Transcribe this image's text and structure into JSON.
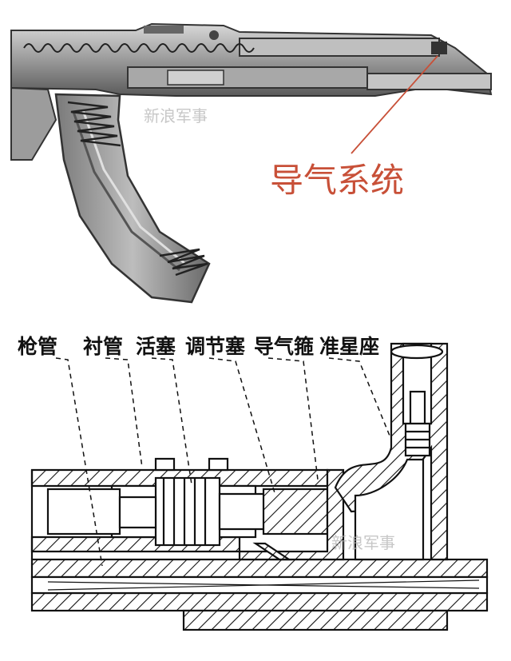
{
  "top_figure": {
    "callout_label": "导气系统",
    "watermark": "新浪军事",
    "colors": {
      "callout": "#c85038",
      "metal": "#8a8a8a",
      "dark": "#2c2c2c"
    }
  },
  "bottom_figure": {
    "labels": [
      "枪管",
      "衬管",
      "活塞",
      "调节塞",
      "导气箍",
      "准星座"
    ],
    "watermark": "新浪军事",
    "colors": {
      "line": "#111111"
    }
  }
}
